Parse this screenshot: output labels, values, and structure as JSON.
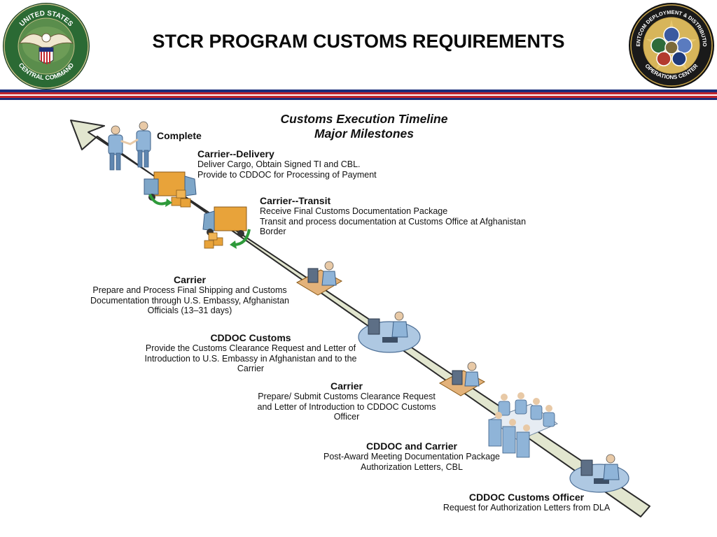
{
  "slide": {
    "title": "STCR PROGRAM CUSTOMS REQUIREMENTS"
  },
  "left_seal": {
    "icon": "central-command-seal-icon",
    "text_top": "UNITED STATES",
    "text_bottom": "CENTRAL COMMAND",
    "colors": {
      "ring": "#1f5a2e",
      "field": "#3d7f3a",
      "eagle": "#e8e0c8"
    }
  },
  "right_seal": {
    "icon": "centcom-deployment-distribution-seal-icon",
    "text_top": "CENTCOM DEPLOYMENT & DISTRIBUTION",
    "text_bottom": "OPERATIONS CENTER",
    "colors": {
      "ring": "#111111",
      "field": "#c9a54a"
    }
  },
  "band_colors": [
    "#1b2f7a",
    "#ffffff",
    "#c1272d"
  ],
  "diagram": {
    "title_line1": "Customs Execution Timeline",
    "title_line2": "Major Milestones",
    "milestones": [
      {
        "heading": "Complete",
        "lines": [],
        "icon": "handshake-people-icon"
      },
      {
        "heading": "Carrier--Delivery",
        "lines": [
          "Deliver Cargo, Obtain Signed TI and CBL.",
          "Provide to CDDOC for Processing of Payment"
        ],
        "icon": "delivery-truck-icon"
      },
      {
        "heading": "Carrier--Transit",
        "lines": [
          "Receive Final Customs Documentation Package",
          "Transit and process documentation at Customs Office at Afghanistan",
          "Border"
        ],
        "icon": "transit-truck-icon"
      },
      {
        "heading": "Carrier",
        "lines": [
          "Prepare and Process Final Shipping and Customs",
          "Documentation through U.S. Embassy, Afghanistan",
          "Officials (13–31 days)"
        ],
        "icon": "computer-worker-icon"
      },
      {
        "heading": "CDDOC Customs",
        "lines": [
          "Provide the Customs Clearance Request and Letter of",
          "Introduction to U.S. Embassy in Afghanistan and to the",
          "Carrier"
        ],
        "icon": "workstation-operator-icon"
      },
      {
        "heading": "Carrier",
        "lines": [
          "Prepare/ Submit Customs Clearance Request",
          "and Letter of Introduction to CDDOC Customs",
          "Officer"
        ],
        "icon": "computer-worker-icon"
      },
      {
        "heading": "CDDOC and Carrier",
        "lines": [
          "Post-Award Meeting Documentation Package",
          "Authorization Letters, CBL"
        ],
        "icon": "conference-meeting-icon"
      },
      {
        "heading": "CDDOC Customs Officer",
        "lines": [
          "Request for Authorization Letters from DLA"
        ],
        "icon": "workstation-operator-icon"
      }
    ],
    "colors": {
      "arrow_fill": "#e2e6cf",
      "arrow_stroke": "#2a2a2a",
      "box": "#e8a33a",
      "truck": "#7ea6c8",
      "person": "#8fb4d8",
      "green_arrow": "#2e9a3a"
    }
  }
}
